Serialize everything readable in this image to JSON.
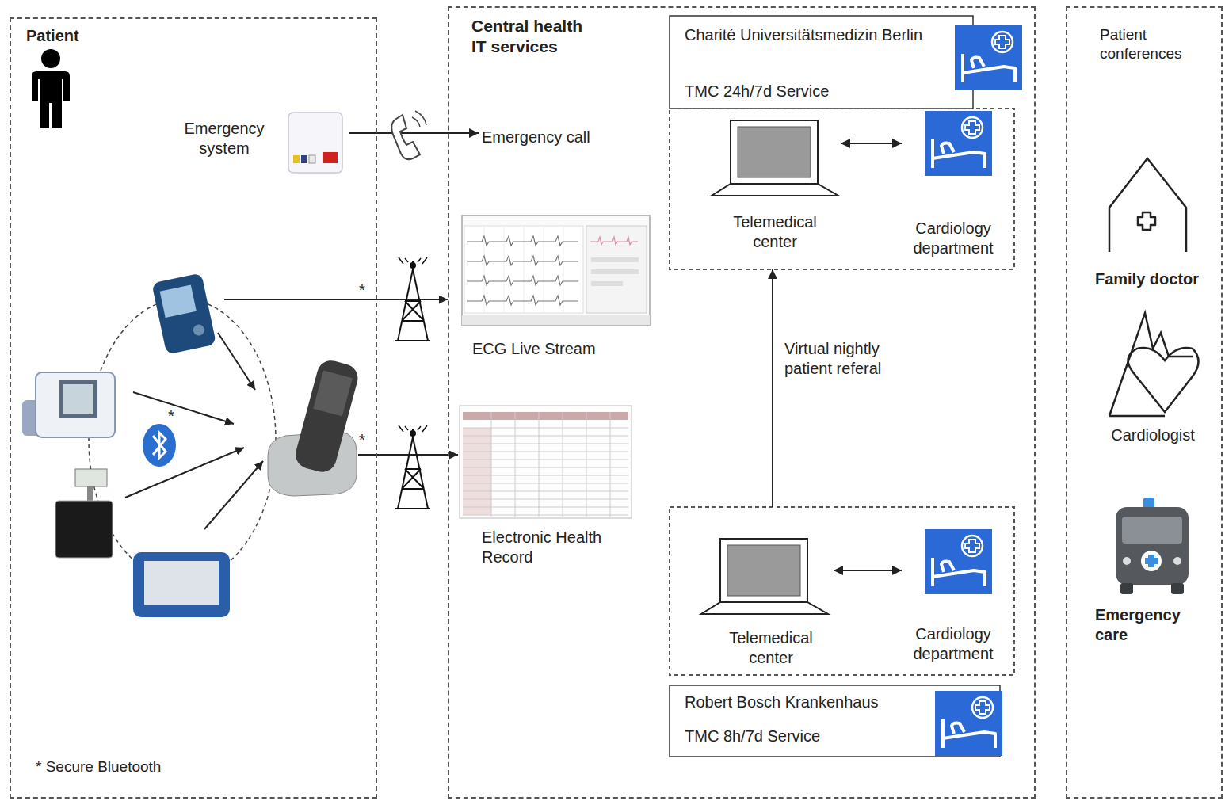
{
  "diagram": {
    "nodes": [
      {
        "text": [
          "Patient",
          "* Secure Bluetooth"
        ]
      },
      {
        "text": [
          "Emergency system"
        ],
        "in": 0
      },
      {
        "text": [
          "Central health IT services"
        ]
      },
      {
        "text": [
          "Emergency call"
        ],
        "in": 2
      },
      {
        "text": [
          "ECG Live Stream"
        ],
        "in": 2
      },
      {
        "text": [
          "Electronic Health Record"
        ],
        "in": 2
      },
      {
        "text": [
          "Charité Universitätsmedizin Berlin",
          "TMC 24h/7d Service"
        ],
        "in": 2
      },
      {
        "text": [
          "Telemedical center"
        ],
        "in": 6
      },
      {
        "text": [
          "Cardiology department"
        ],
        "in": 6
      },
      {
        "text": [
          "Robert Bosch Krankenhaus",
          "TMC 8h/7d Service"
        ],
        "in": 2
      },
      {
        "text": [
          "Telemedical center"
        ],
        "in": 9
      },
      {
        "text": [
          "Cardiology department"
        ],
        "in": 9
      },
      {
        "text": [
          "Patient conferences"
        ]
      },
      {
        "text": [
          "Family doctor"
        ],
        "in": 12
      },
      {
        "text": [
          "Cardiologist"
        ],
        "in": 12
      },
      {
        "text": [
          "Emergency care"
        ],
        "in": 12
      }
    ],
    "edges": [
      {
        "from": 1,
        "to": 3,
        "arrow": "to"
      },
      {
        "from": 7,
        "to": 8,
        "arrow": "both"
      },
      {
        "from": 10,
        "to": 11,
        "arrow": "both"
      },
      {
        "from": 9,
        "to": 6,
        "label": "Virtual nightly patient referal",
        "arrow": "to"
      }
    ],
    "labels": [
      "*",
      "*",
      "*"
    ]
  }
}
